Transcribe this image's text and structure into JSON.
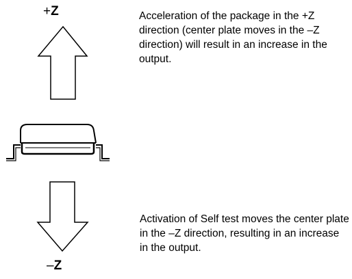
{
  "axis_labels": {
    "plus_sign": "+",
    "plus_letter": "Z",
    "minus_sign": "–",
    "minus_letter": "Z"
  },
  "descriptions": {
    "acceleration": "Acceleration of the package in the +Z direction (center plate moves in the –Z direction) will result in an increase in the output.",
    "self_test": "Activation of Self test moves the center plate in the –Z direction, resulting in an increase in the output."
  },
  "colors": {
    "stroke": "#000000",
    "background": "#ffffff"
  }
}
